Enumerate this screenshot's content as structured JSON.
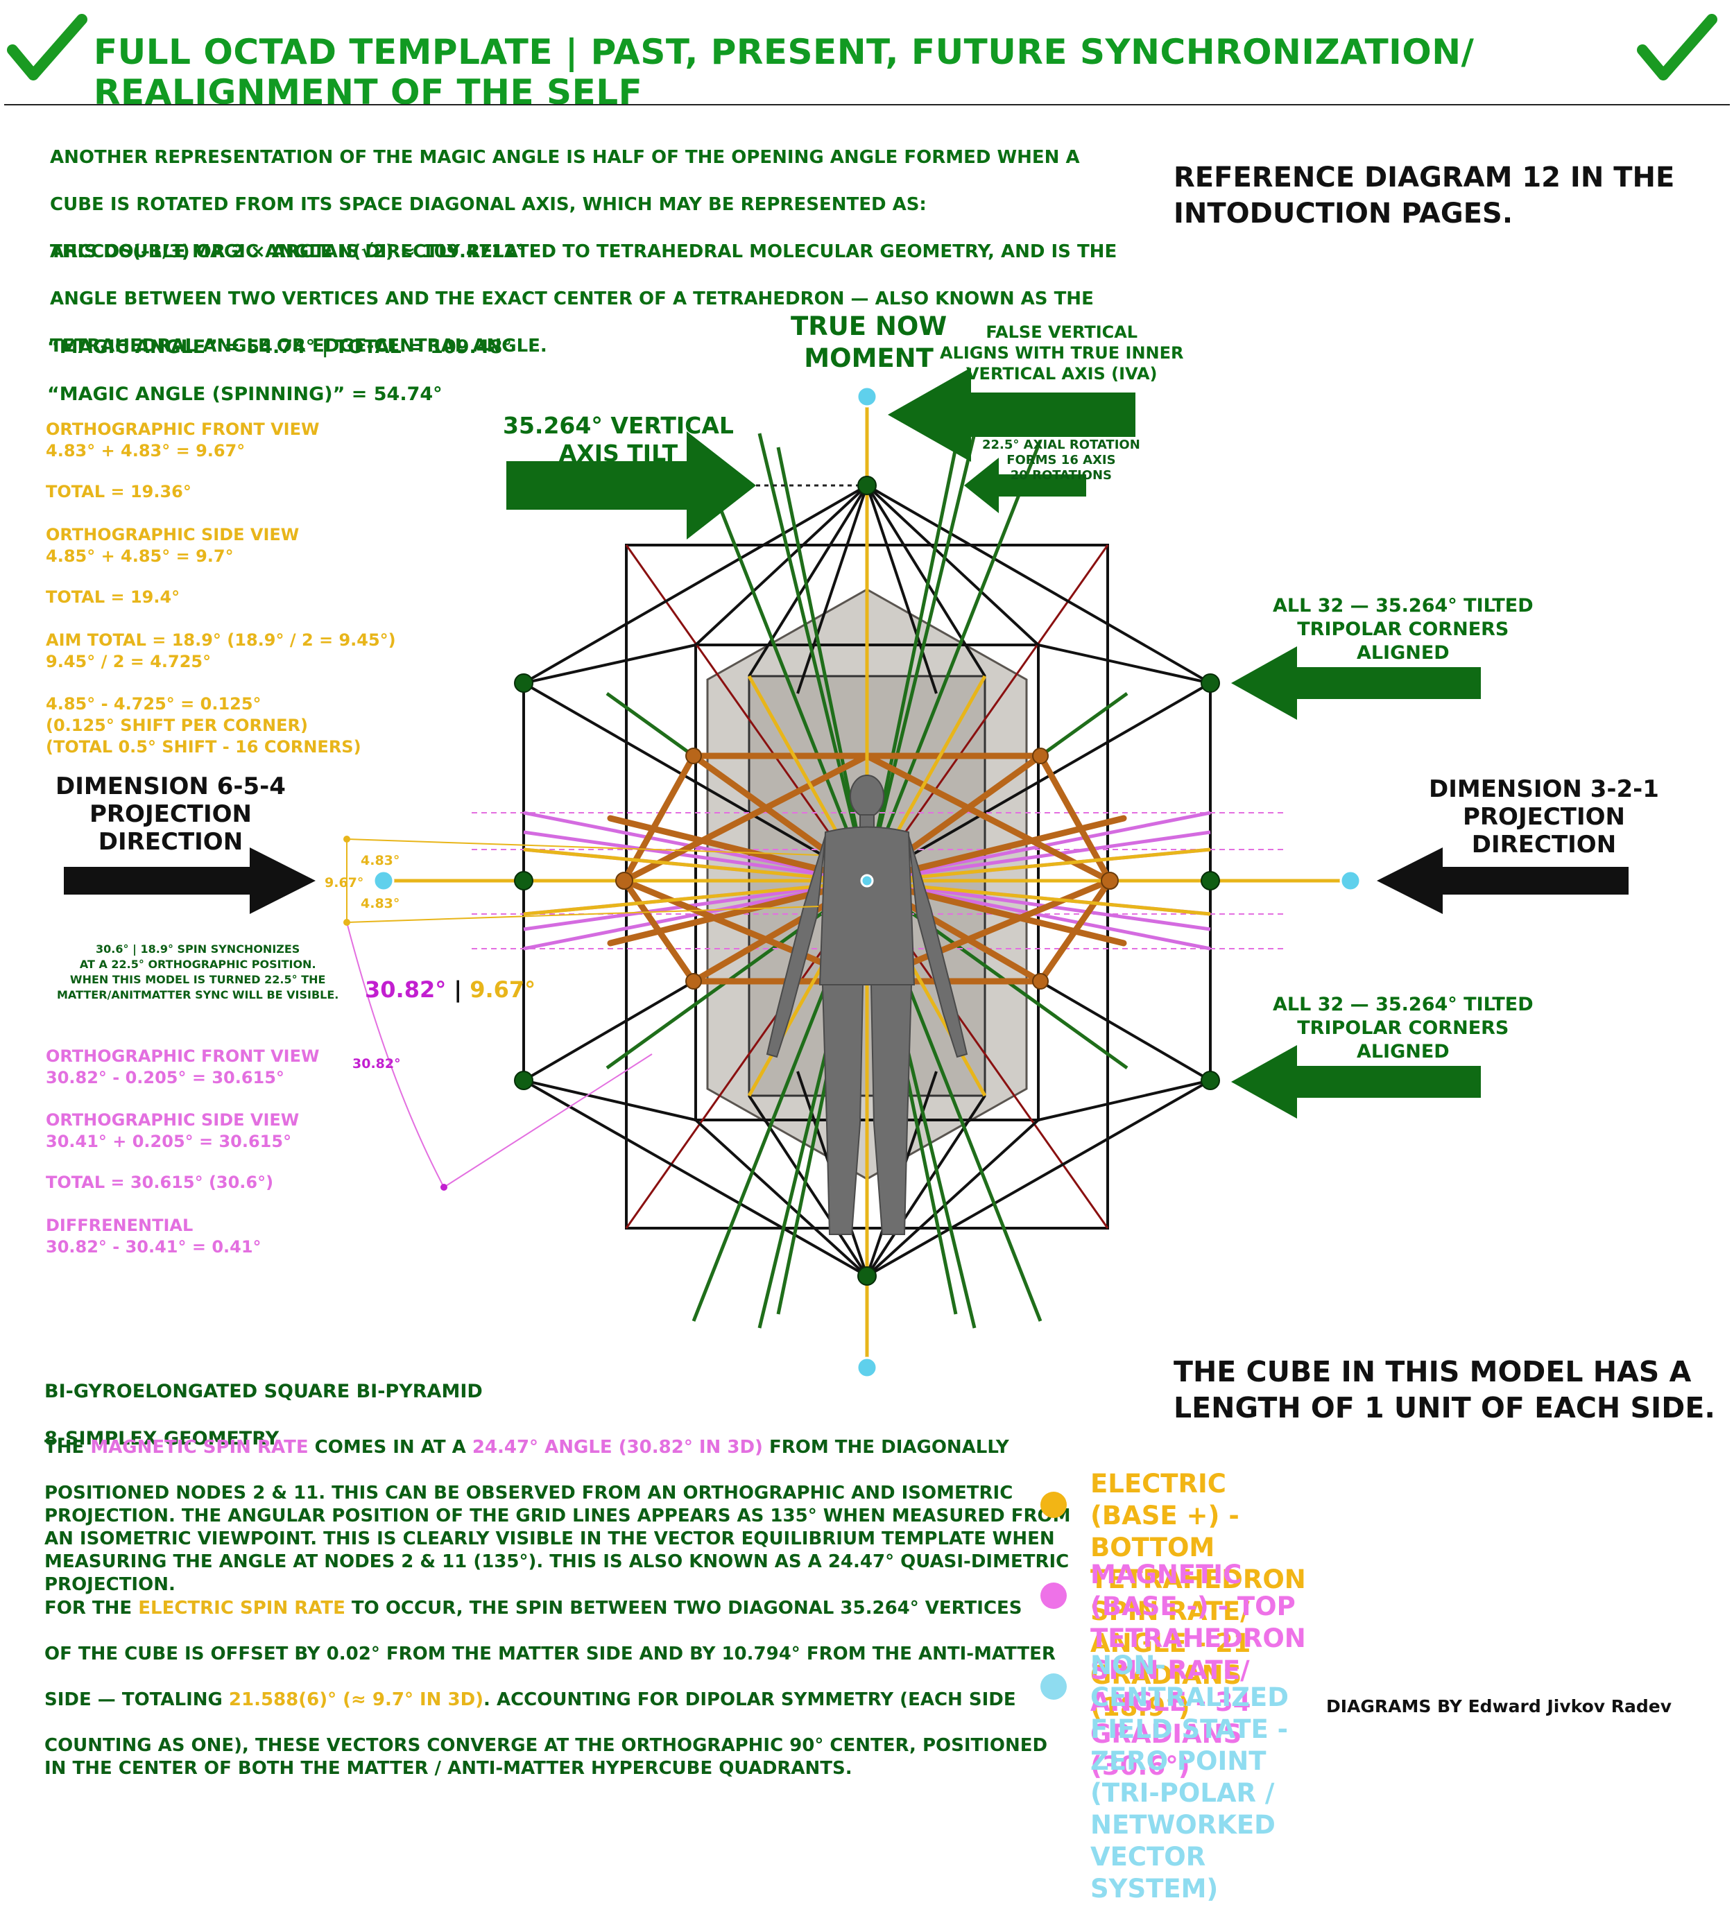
{
  "title": "FULL OCTAD TEMPLATE | PAST, PRESENT, FUTURE SYNCHRONIZATION/ REALIGNMENT OF THE SELF",
  "intro": {
    "p1_line1": "ANOTHER REPRESENTATION OF THE MAGIC ANGLE IS HALF OF THE OPENING ANGLE FORMED WHEN A",
    "p1_line2": "CUBE IS ROTATED FROM ITS SPACE DIAGONAL AXIS, WHICH MAY BE REPRESENTED AS:",
    "p1_line3": "ARCCOS(–1/3) OR 2 × ARCTAN(√2) ≈ 109.4712°",
    "p2_line1": "THIS DOUBLE MAGIC ANGLE IS DIRECTLY RELATED TO TETRAHEDRAL MOLECULAR GEOMETRY, AND IS THE",
    "p2_line2": "ANGLE BETWEEN TWO VERTICES AND THE EXACT CENTER OF A TETRAHEDRON — ALSO KNOWN AS THE",
    "p2_line3": "TETRAHEDRAL ANGLE OR EDGE-CENTRAL ANGLE.",
    "magic1": "“MAGIC ANGLE” = 54.74° | TOTAL = 109.48°",
    "magic2": "“MAGIC ANGLE (SPINNING)” = 54.74°"
  },
  "reference": "REFERENCE DIAGRAM 12 IN THE\nINTODUCTION PAGES.",
  "yellow_notes": [
    "ORTHOGRAPHIC FRONT VIEW\n4.83° + 4.83° = 9.67°",
    "TOTAL = 19.36°",
    "ORTHOGRAPHIC SIDE VIEW\n4.85° + 4.85° = 9.7°",
    "TOTAL = 19.4°",
    "AIM TOTAL = 18.9° (18.9° / 2 = 9.45°)\n9.45° / 2 = 4.725°",
    "4.85° - 4.725° = 0.125°\n(0.125° SHIFT PER CORNER)\n(TOTAL 0.5° SHIFT - 16 CORNERS)"
  ],
  "pink_notes": [
    "ORTHOGRAPHIC FRONT VIEW\n30.82° - 0.205° = 30.615°",
    "ORTHOGRAPHIC SIDE VIEW\n30.41° + 0.205° = 30.615°",
    "TOTAL = 30.615° (30.6°)",
    "DIFFRENENTIAL\n30.82° - 30.41° = 0.41°"
  ],
  "labels": {
    "true_now": "TRUE NOW\nMOMENT",
    "false_vertical": "FALSE VERTICAL\nALIGNS WITH TRUE INNER\nVERTICAL AXIS (IVA)",
    "vertical_tilt": "35.264° VERTICAL\nAXIS TILT",
    "axial_rotation": "22.5° AXIAL ROTATION\nFORMS 16 AXIS\n20 ROTATIONS",
    "tripolar_top": "ALL 32 — 35.264° TILTED\nTRIPOLAR CORNERS\nALIGNED",
    "tripolar_bottom": "ALL 32 — 35.264° TILTED\nTRIPOLAR CORNERS\nALIGNED",
    "dim_left": "DIMENSION 6-5-4\nPROJECTION\nDIRECTION",
    "dim_right": "DIMENSION 3-2-1\nPROJECTION\nDIRECTION",
    "spin_sync": "30.6° | 18.9° SPIN SYNCHONIZES\nAT A 22.5° ORTHOGRAPHIC POSITION.\nWHEN THIS MODEL IS TURNED 22.5° THE\nMATTER/ANITMATTER SYNC WILL BE VISIBLE.",
    "angle_483_top": "4.83°",
    "angle_483_bottom": "4.83°",
    "angle_967": "9.67°",
    "angle_3082": "30.82°",
    "big_3082": "30.82°",
    "big_sep": "|",
    "big_967": "9.67°"
  },
  "bottom": {
    "heading1": "BI-GYROELONGATED SQUARE BI-PYRAMID",
    "heading2": "8-SIMPLEX GEOMETRY",
    "p1_a": "THE ",
    "p1_b": "MAGNETIC SPIN RATE",
    "p1_c": " COMES IN AT A ",
    "p1_d": "24.47° ANGLE (30.82° IN 3D)",
    "p1_e": " FROM THE DIAGONALLY",
    "p1_rest": "POSITIONED NODES 2 & 11. THIS CAN BE OBSERVED FROM AN ORTHOGRAPHIC AND ISOMETRIC\nPROJECTION. THE ANGULAR POSITION OF THE GRID LINES APPEARS AS 135° WHEN MEASURED FROM\nAN ISOMETRIC VIEWPOINT. THIS IS CLEARLY VISIBLE IN THE VECTOR EQUILIBRIUM TEMPLATE WHEN\nMEASURING THE ANGLE AT NODES 2 & 11 (135°). THIS IS ALSO KNOWN AS A 24.47° QUASI-DIMETRIC\nPROJECTION.",
    "p2_a": "FOR THE ",
    "p2_b": "ELECTRIC SPIN RATE",
    "p2_c": " TO OCCUR, THE SPIN BETWEEN TWO DIAGONAL 35.264° VERTICES",
    "p2_l2": "OF THE CUBE IS OFFSET BY 0.02° FROM THE MATTER SIDE AND BY 10.794° FROM THE ANTI-MATTER",
    "p2_l3a": "SIDE — TOTALING ",
    "p2_l3b": "21.588(6)° (≈ 9.7° IN 3D)",
    "p2_l3c": ". ACCOUNTING FOR DIPOLAR SYMMETRY (EACH SIDE",
    "p2_rest": "COUNTING AS ONE), THESE VECTORS CONVERGE AT THE ORTHOGRAPHIC 90° CENTER, POSITIONED\nIN THE CENTER OF BOTH THE MATTER / ANTI-MATTER HYPERCUBE QUADRANTS."
  },
  "cube_note": "THE CUBE IN THIS MODEL HAS A\nLENGTH OF 1 UNIT OF EACH SIDE.",
  "legend": [
    {
      "text": "ELECTRIC (BASE +) - BOTTOM TETRAHEDRON\nSPIN RATE/ ANGLE - 21 GRADIANS (18.9°)",
      "color": "#f2b515"
    },
    {
      "text": "MAGNETIC (BASE -) - TOP TETRAHEDRON\nSPIN RATE/ ANGLE - 34 GRADIANS (30.6°)",
      "color": "#ee72e8"
    },
    {
      "text": "NON-CENTRALIZED FIELD STATE - ZERO POINT\n(TRI-POLAR / NETWORKED VECTOR SYSTEM)",
      "color": "#8fdcf0"
    }
  ],
  "credit": "DIAGRAMS BY Edward Jivkov Radev",
  "colors": {
    "green_title": "#119a22",
    "green_text": "#0a6e12",
    "yellow": "#e8b51a",
    "pink": "#e36fe0",
    "cyan": "#7ad6ee",
    "orange_frame": "#b8661a"
  }
}
